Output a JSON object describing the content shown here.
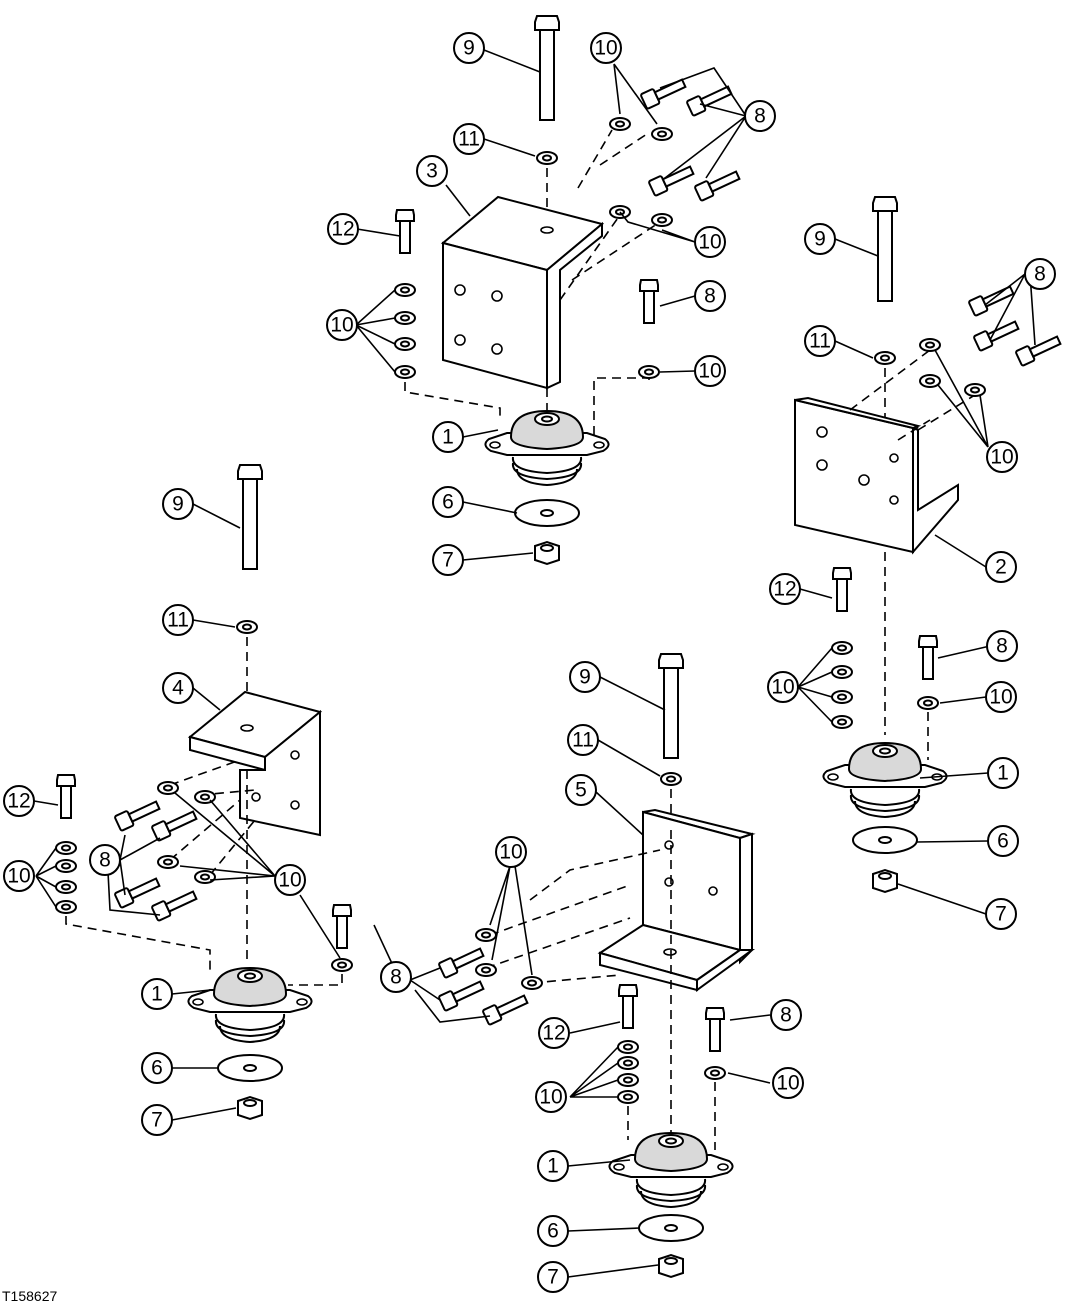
{
  "figure_id": "T158627",
  "callout_labels": {
    "isolator": "1",
    "bracket_right": "2",
    "bracket_top": "3",
    "bracket_left": "4",
    "bracket_center": "5",
    "washer_large": "6",
    "nut": "7",
    "cap_screw_short": "8",
    "cap_screw_long": "9",
    "washer_small": "10",
    "washer_hardened": "11",
    "cap_screw_medium": "12"
  }
}
